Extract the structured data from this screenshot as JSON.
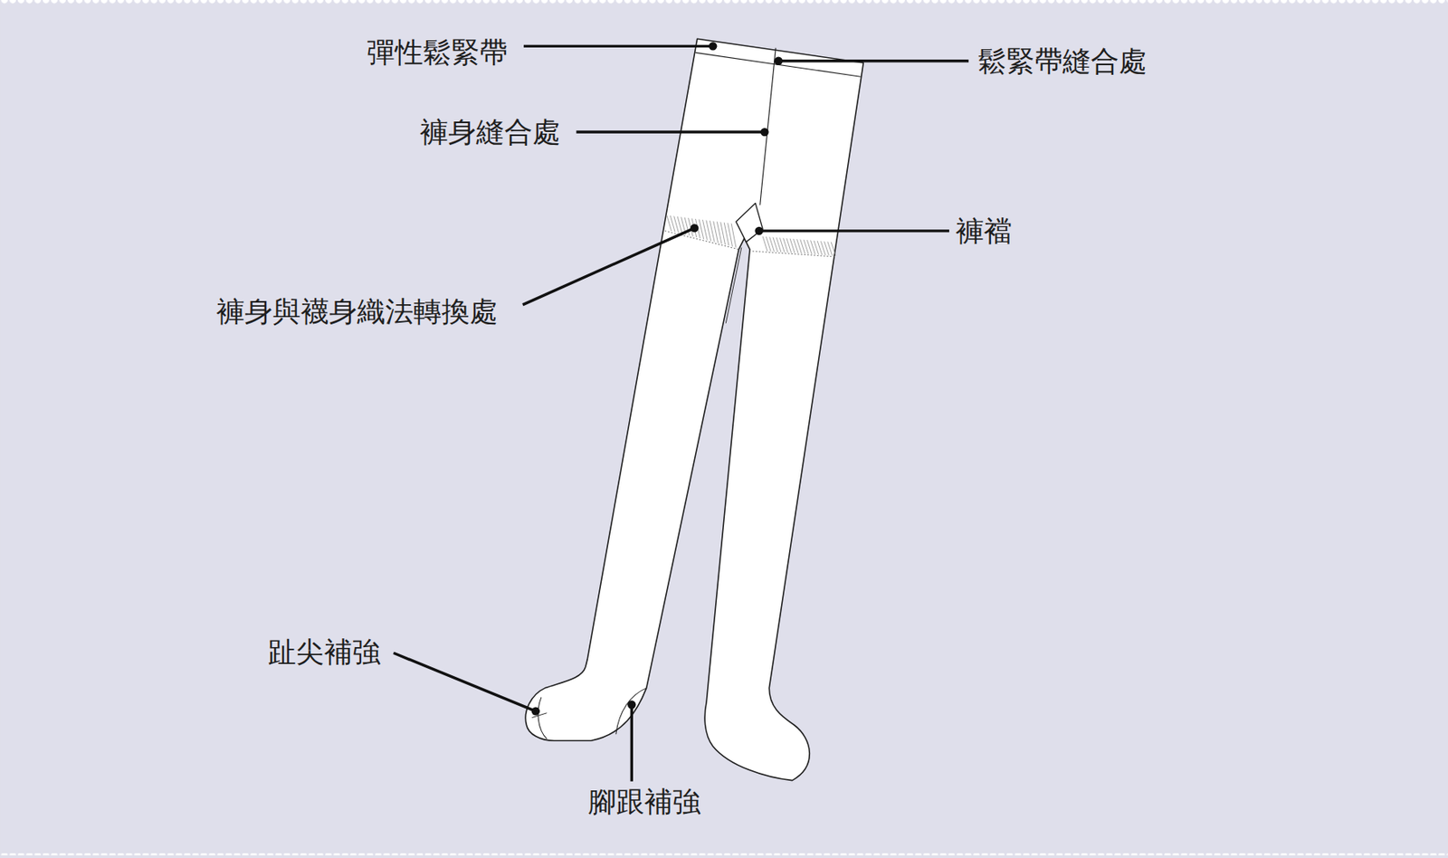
{
  "diagram": {
    "labels": [
      "彈性鬆緊帶",
      "鬆緊帶縫合處",
      "褲身縫合處",
      "褲襠",
      "褲身與襪身織法轉換處",
      "趾尖補強",
      "腳跟補強"
    ]
  }
}
